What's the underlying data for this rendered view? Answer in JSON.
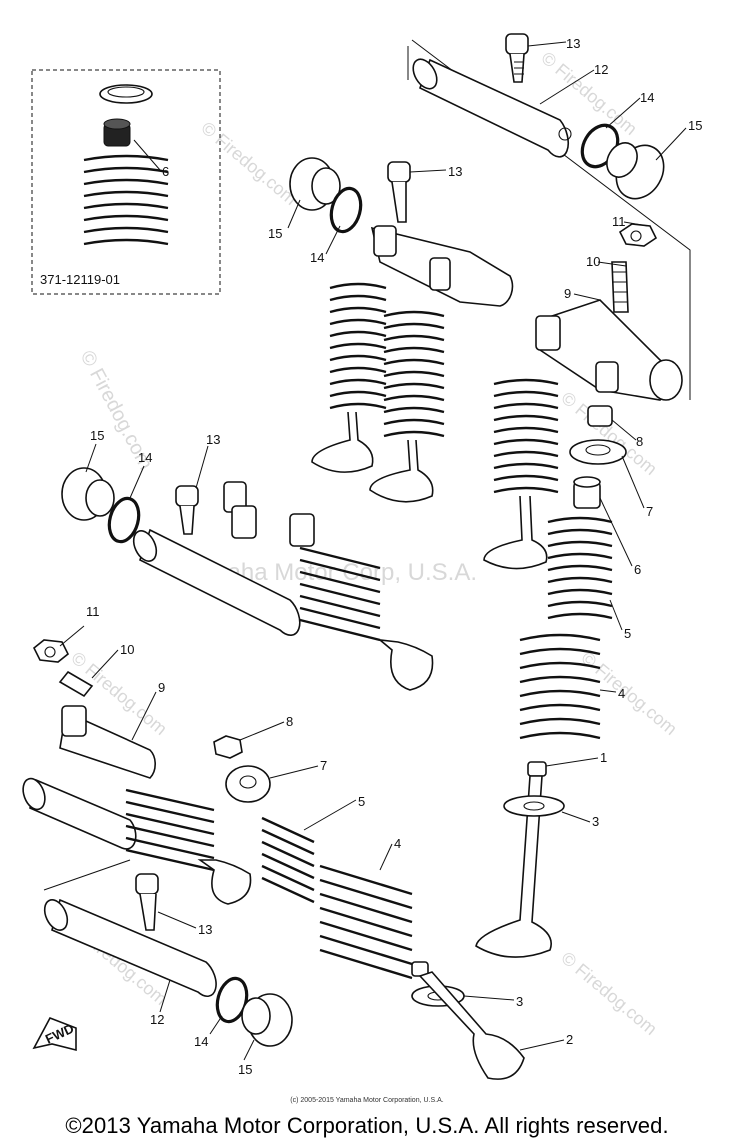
{
  "diagram": {
    "part_number_box": "371-12119-01",
    "fwd_label": "FWD",
    "callouts": {
      "c_13_top": "13",
      "c_12_top": "12",
      "c_14_top": "14",
      "c_15_top": "15",
      "c_6_box": "6",
      "c_13_mid": "13",
      "c_15_mid": "15",
      "c_14_mid": "14",
      "c_11_right": "11",
      "c_10_right": "10",
      "c_9_right": "9",
      "c_8_right": "8",
      "c_7_right": "7",
      "c_6_right": "6",
      "c_5_right": "5",
      "c_4_right": "4",
      "c_1_right": "1",
      "c_3_right": "3",
      "c_15_left": "15",
      "c_14_left": "14",
      "c_13_left": "13",
      "c_11_left": "11",
      "c_10_left": "10",
      "c_9_left": "9",
      "c_8_center": "8",
      "c_7_center": "7",
      "c_5_center": "5",
      "c_4_center": "4",
      "c_13_bottom": "13",
      "c_12_bottom": "12",
      "c_14_bottom": "14",
      "c_15_bottom": "15",
      "c_3_bottom": "3",
      "c_2_bottom": "2"
    },
    "watermarks": {
      "wm1": "© Firedog.com",
      "wm2": "© Firedog.com",
      "wm3": "© Firedog.com",
      "wm4": "© Firedog.com",
      "wm5": "© Firedog.com",
      "wm6": "© Firedog.com",
      "wm7": "© Firedog.com",
      "wm8": "© Firedog.com",
      "wm_center": "Yamaha Motor Corp, U.S.A."
    }
  },
  "footer": {
    "small_copyright": "(c) 2005-2015 Yamaha Motor Corporation, U.S.A.",
    "copyright": "©2013 Yamaha Motor Corporation, U.S.A. All rights reserved."
  }
}
